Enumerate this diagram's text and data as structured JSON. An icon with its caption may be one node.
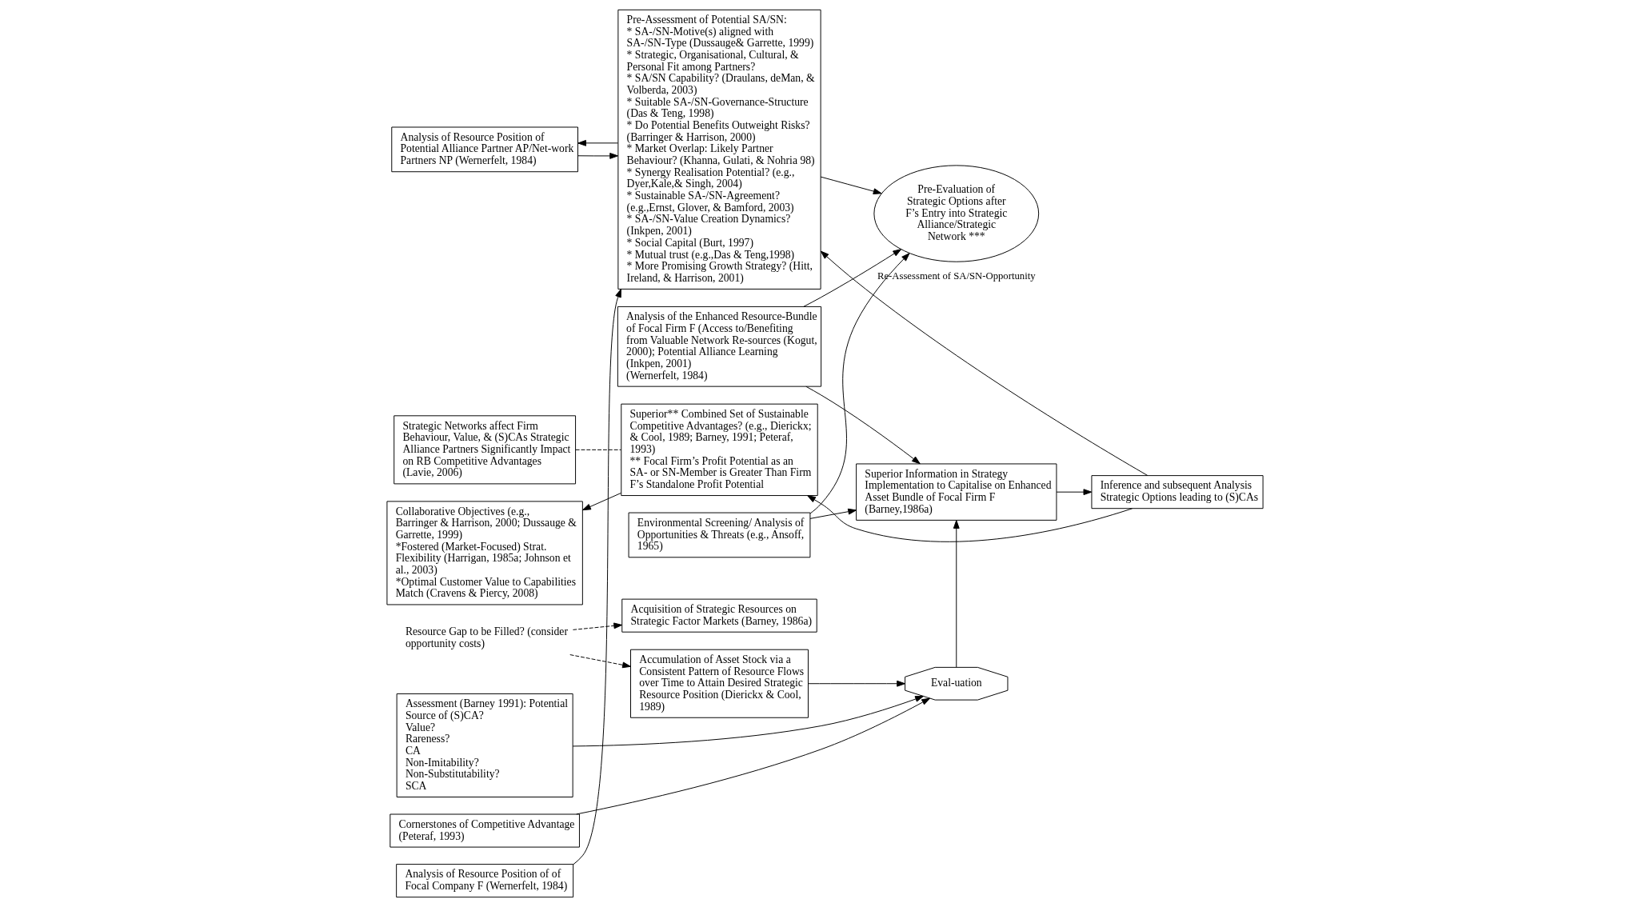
{
  "diagram": {
    "nodes": [
      {
        "text": [
          "Analysis of Resource Position of Potential Alliance Partner AP/Net-work Partners NP (Wernerfelt, 1984)"
        ]
      },
      {
        "text": [
          "Pre-Assessment of Potential SA/SN:",
          "* SA-/SN-Motive(s) aligned with SA-/SN-Type (Dussauge& Garrette, 1999)",
          "* Strategic, Organisational, Cultural, & Personal Fit among Partners?",
          "* SA/SN Capability? (Draulans, deMan, & Volberda, 2003)",
          "* Suitable SA-/SN-Governance-Structure (Das & Teng, 1998)",
          "* Do Potential Benefits Outweight Risks? (Barringer & Harrison, 2000)",
          "* Market Overlap: Likely Partner Behaviour? (Khanna, Gulati, & Nohria 98)",
          "* Synergy Realisation Potential? (e.g., Dyer,Kale,& Singh, 2004)",
          "* Sustainable SA-/SN-Agreement? (e.g.,Ernst, Glover, & Bamford, 2003)",
          "* SA-/SN-Value Creation Dynamics? (Inkpen, 2001)",
          "* Social Capital (Burt, 1997)",
          "* Mutual trust (e.g.,Das & Teng,1998)",
          "* More Promising Growth Strategy? (Hitt, Ireland, & Harrison, 2001)"
        ]
      },
      {
        "text": [
          "Analysis of Resource Position of of Focal Company F (Wernerfelt, 1984)"
        ]
      },
      {
        "text": [
          "Analysis of the Enhanced Resource-Bundle of Focal Firm F (Access to/Benefiting from Valuable Network Re-sources (Kogut, 2000); Potential Alliance Learning (Inkpen, 2001)",
          "(Wernerfelt, 1984)"
        ]
      },
      {
        "text": [
          "Pre-Evaluation of Strategic Options after F’s Entry into Strategic Alliance/Strategic Network ***"
        ]
      },
      {
        "text": [
          "Environmental Screening/ Analysis of Opportunities & Threats (e.g., Ansoff, 1965)"
        ]
      },
      {
        "text": [
          "Strategic Networks affect Firm Behaviour, Value, & (S)CAs Strategic Alliance Partners Significantly Impact on RB Competitive Advantages",
          "(Lavie, 2006)"
        ]
      },
      {
        "text": [
          "Acquisition of Strategic Resources on Strategic Factor Markets (Barney, 1986a)"
        ]
      },
      {
        "text": [
          "Superior Information in Strategy Implementation to Capitalise on Enhanced Asset Bundle of Focal Firm F (Barney,1986a)"
        ]
      },
      {
        "text": [
          "Collaborative Objectives (e.g., Barringer & Harrison, 2000; Dussauge & Garrette, 1999)",
          "*Fostered (Market-Focused) Strat. Flexibility (Harrigan, 1985a; Johnson et al., 2003)",
          "*Optimal Customer Value to Capabilities Match (Cravens & Piercy, 2008)"
        ]
      },
      {
        "text": [
          "Superior** Combined Set of Sustainable Competitive Advantages? (e.g., Dierickx; & Cool, 1989; Barney, 1991; Peteraf, 1993)",
          "** Focal Firm’s Profit Potential as an SA- or SN-Member is Greater Than Firm F’s Standalone Profit Potential"
        ]
      },
      {
        "text": [
          "Inference and subsequent Analysis Strategic Options leading to (S)CAs"
        ]
      },
      {
        "text": [
          "Resource Gap to be Filled? (consider opportunity costs)"
        ]
      },
      {
        "text": [
          "Accumulation of Asset Stock via a Consistent Pattern of Resource Flows over Time to Attain Desired Strategic Resource Position (Dierickx & Cool, 1989)"
        ]
      },
      {
        "text": [
          "Eval-uation"
        ]
      },
      {
        "text": [
          "Assessment (Barney 1991): Potential Source of (S)CA?",
          "Value?",
          "Rareness?",
          "CA",
          "Non-Imitability?",
          "Non-Substitutability?",
          "SCA"
        ]
      },
      {
        "text": [
          "Cornerstones of Competitive Advantage (Peteraf, 1993)"
        ]
      }
    ],
    "edges": [
      {
        "from": 1,
        "to": 0,
        "arrow": "to"
      },
      {
        "from": 0,
        "to": 1,
        "arrow": "to"
      },
      {
        "from": 2,
        "to": 1,
        "arrow": "to"
      },
      {
        "from": 1,
        "to": 4,
        "arrow": "to"
      },
      {
        "from": 3,
        "to": 4,
        "arrow": "to"
      },
      {
        "from": 5,
        "to": 4,
        "arrow": "to"
      },
      {
        "from": 3,
        "to": 8,
        "arrow": "to"
      },
      {
        "from": 5,
        "to": 8,
        "arrow": "to"
      },
      {
        "from": 8,
        "to": 11,
        "arrow": "to"
      },
      {
        "from": 11,
        "to": 10,
        "arrow": "to"
      },
      {
        "from": 10,
        "to": 9,
        "arrow": "to"
      },
      {
        "from": 6,
        "to": 10,
        "arrow": "none",
        "style": "dashed"
      },
      {
        "from": 12,
        "to": 7,
        "arrow": "to",
        "style": "dashed"
      },
      {
        "from": 12,
        "to": 13,
        "arrow": "to",
        "style": "dashed"
      },
      {
        "from": 13,
        "to": 14,
        "arrow": "to"
      },
      {
        "from": 15,
        "to": 14,
        "arrow": "to"
      },
      {
        "from": 16,
        "to": 14,
        "arrow": "to"
      },
      {
        "from": 14,
        "to": 8,
        "arrow": "to"
      },
      {
        "from": 11,
        "to": 1,
        "arrow": "to",
        "label": "Re-Assessment of SA/SN-Opportunity"
      }
    ]
  }
}
